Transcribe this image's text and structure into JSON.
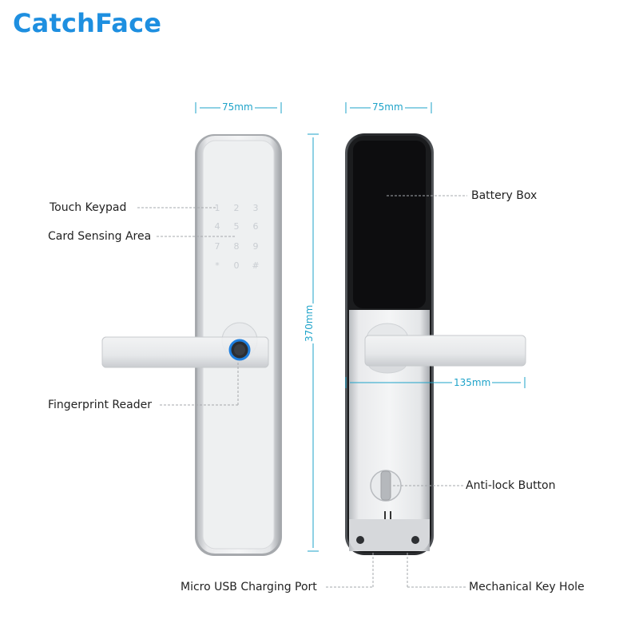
{
  "brand": "CatchFace",
  "dimensions": {
    "front_width": "75mm",
    "back_width": "75mm",
    "height": "370mm",
    "handle_length": "135mm"
  },
  "front_labels": {
    "touch_keypad": "Touch Keypad",
    "card_sensing": "Card Sensing Area",
    "fingerprint": "Fingerprint Reader"
  },
  "back_labels": {
    "battery_box": "Battery Box",
    "anti_lock": "Anti-lock Button",
    "usb_port": "Micro USB Charging Port",
    "key_hole": "Mechanical Key Hole"
  },
  "keypad": [
    "1",
    "2",
    "3",
    "4",
    "5",
    "6",
    "7",
    "8",
    "9",
    "*",
    "0",
    "#"
  ],
  "colors": {
    "brand": "#1e8fe0",
    "dimension": "#1ea3c9",
    "fingerprint_ring": "#1e7fe0"
  }
}
